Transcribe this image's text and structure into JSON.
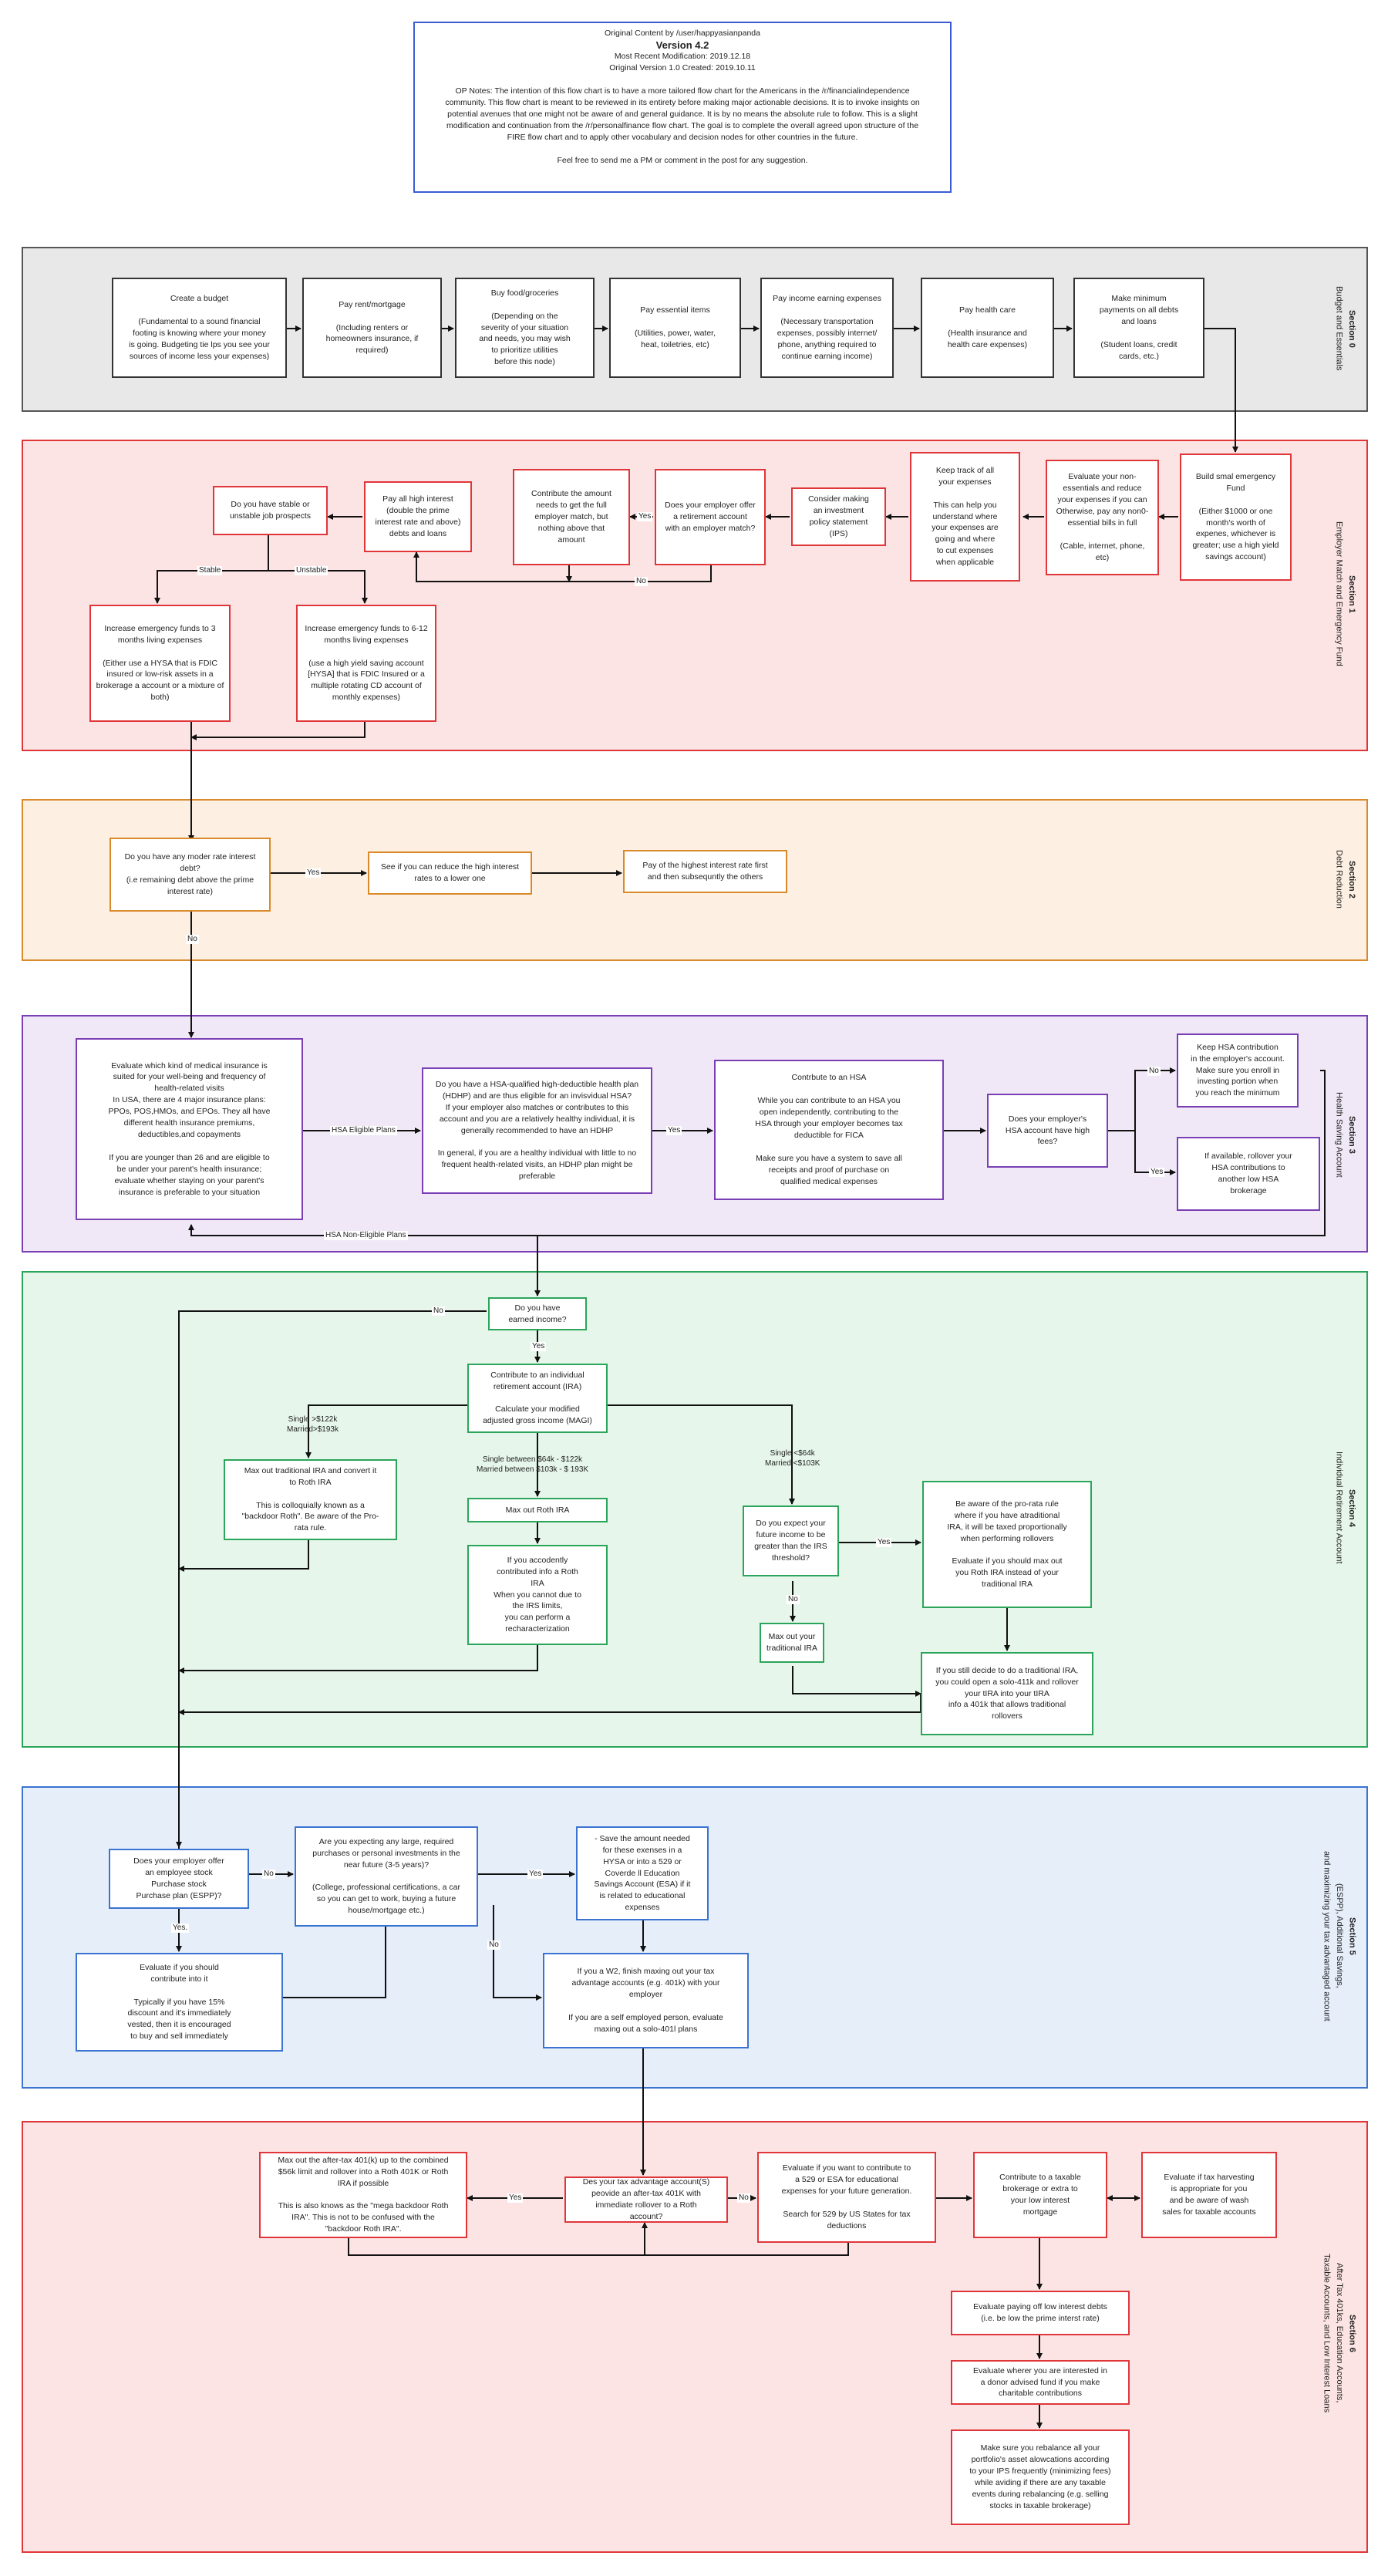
{
  "header": {
    "credit": "Original Content by /user/happyasianpanda",
    "version": "Version 4.2",
    "modified": "Most Recent Modification: 2019.12.18",
    "created": "Original Version 1.0 Created: 2019.10.11",
    "notes": [
      "OP Notes: The intention of this flow chart is to have a more tailored flow chart for the Americans in the /r/financialindependence",
      "community. This flow chart is meant to be reviewed in its entirety before making major actionable decisions. It is to invoke insights on",
      "potential avenues that one might not be aware of and general guidance. It is by no means the absolute rule to follow. This is a slight",
      "modification and continuation from the /r/personalfinance flow chart. The goal is to complete the overall agreed upon structure of the",
      "FIRE flow chart and to apply other vocabulary and decision nodes for other countries in the future."
    ],
    "footer": "Feel free to send me a PM or comment in the post for any suggestion."
  },
  "colors": {
    "s0_border": "#555555",
    "s0_fill": "#e8e8e8",
    "s1_border": "#e0363a",
    "s1_fill": "#fde4e4",
    "s2_border": "#d98a2b",
    "s2_fill": "#fdf0e3",
    "s3_border": "#7a3fb5",
    "s3_fill": "#f0e8f6",
    "s4_border": "#2aa55a",
    "s4_fill": "#e6f6ea",
    "s5_border": "#3b73d1",
    "s5_fill": "#e6eefa",
    "s6_border": "#e0363a",
    "s6_fill": "#fde4e4"
  },
  "sections": [
    {
      "id": "s0",
      "title": "Section 0",
      "sub": [
        "Budget and Essentials"
      ]
    },
    {
      "id": "s1",
      "title": "Section 1",
      "sub": [
        "Employer Match and Emergency Fund"
      ]
    },
    {
      "id": "s2",
      "title": "Section 2",
      "sub": [
        "Debt Reduction"
      ]
    },
    {
      "id": "s3",
      "title": "Section 3",
      "sub": [
        "Health Saving Account"
      ]
    },
    {
      "id": "s4",
      "title": "Section 4",
      "sub": [
        "Individual Retirement Account"
      ]
    },
    {
      "id": "s5",
      "title": "Section 5",
      "sub": [
        "(ESPP), Additional Savings,",
        "and maximizing your tax advantaged account"
      ]
    },
    {
      "id": "s6",
      "title": "Section 6",
      "sub": [
        "After Tax 401ks, Education Accounts,",
        "Taxable Accounts, and Low Interest Loans"
      ]
    }
  ],
  "nodes": [
    {
      "id": "budget",
      "lines": [
        "Create a budget",
        "",
        "(Fundamental to a sound financial",
        "footing is knowing where your money",
        "is going. Budgeting tie lps you see your",
        "sources of income less your expenses)"
      ]
    },
    {
      "id": "rent",
      "lines": [
        "Pay rent/mortgage",
        "",
        "(Including renters or",
        "homeowners insurance, if",
        "required)"
      ]
    },
    {
      "id": "food",
      "lines": [
        "Buy food/groceries",
        "",
        "(Depending on the",
        "severity of your situation",
        "and needs, you may wish",
        "to prioritize utilities",
        "before this node)"
      ]
    },
    {
      "id": "essentials",
      "lines": [
        "Pay essential items",
        "",
        "(Utilities, power, water,",
        "heat, toiletries, etc)"
      ]
    },
    {
      "id": "incomeexp",
      "lines": [
        "Pay income earning expenses",
        "",
        "(Necessary transportation",
        "expenses, possibly internet/",
        "phone, anything required to",
        "continue earning income)"
      ]
    },
    {
      "id": "healthcare",
      "lines": [
        "Pay health care",
        "",
        "(Health insurance and",
        "health care expenses)"
      ]
    },
    {
      "id": "minpay",
      "lines": [
        "Make minimum",
        "payments on all debts",
        "and loans",
        "",
        "(Student loans, credit",
        "cards, etc.)"
      ]
    },
    {
      "id": "smallef",
      "lines": [
        "Build smal emergency",
        "Fund",
        "",
        "(Either $1000 or one",
        "month's worth of",
        "expenes, whichever is",
        "greater; use a high yield",
        "savings account)"
      ]
    },
    {
      "id": "evalnon",
      "lines": [
        "Evaluate your non-",
        "essentials and reduce",
        "your expenses if you can",
        "Otherwise, pay any non0-",
        "essential bills in full",
        "",
        "(Cable, internet, phone,",
        "etc)"
      ]
    },
    {
      "id": "track",
      "lines": [
        "Keep track of all",
        "your expenses",
        "",
        "This can help you",
        "understand where",
        "your expenses are",
        "going and where",
        "to cut expenses",
        "when applicable"
      ]
    },
    {
      "id": "ips",
      "lines": [
        "Consider making",
        "an investment",
        "policy statement",
        "(IPS)"
      ]
    },
    {
      "id": "retmatch",
      "lines": [
        "Does your employer offer",
        "a retirement account",
        "with an employer match?"
      ]
    },
    {
      "id": "contribmatch",
      "lines": [
        "Contribute the amount",
        "needs to get the full",
        "employer match, but",
        "nothing above that",
        "amount"
      ]
    },
    {
      "id": "payhigh",
      "lines": [
        "Pay all high interest",
        "(double the prime",
        "interest rate and above)",
        "debts and loans"
      ]
    },
    {
      "id": "jobprospects",
      "lines": [
        "Do you have stable or",
        "unstable job prospects"
      ]
    },
    {
      "id": "ef36",
      "lines": [
        "Increase emergency funds to 3",
        "months living expenses",
        "",
        "(Either use a HYSA that is FDIC",
        "insured or low-risk assets in a",
        "brokerage a account or a mixture of",
        "both)"
      ]
    },
    {
      "id": "ef612",
      "lines": [
        "Increase emergency funds to 6-12",
        "months living expenses",
        "",
        "(use a high yield saving account",
        "[HYSA] that is FDIC Insured or a",
        "multiple rotating CD account of",
        "monthly expenses)"
      ]
    },
    {
      "id": "moderate",
      "lines": [
        "Do you have any moder rate interest",
        "debt?",
        "(i.e remaining debt above the prime",
        "interest rate)"
      ]
    },
    {
      "id": "reducerate",
      "lines": [
        "See if you can reduce the high interest",
        "rates to a lower one"
      ]
    },
    {
      "id": "payhighest",
      "lines": [
        "Pay of the highest interest rate first",
        "and then subsequntly the others"
      ]
    },
    {
      "id": "medins",
      "lines": [
        "Evaluate which kind of medical insurance is",
        "suited for your well-being and frequency of",
        "health-related visits",
        "In USA, there are 4 major insurance plans:",
        "PPOs, POS,HMOs, and EPOs. They all have",
        "different health insurance premiums,",
        "deductibles,and copayments",
        "",
        "If you are younger than 26 and are eligible to",
        "be under your parent's health insurance;",
        "evaluate whether staying on your parent's",
        "insurance is preferable to your situation"
      ]
    },
    {
      "id": "hdhp",
      "lines": [
        "Do you have a HSA-qualified high-deductible health plan",
        "(HDHP) and are thus eligible for an invisvidual HSA?",
        "If your employer also matches or contributes to this",
        "account and you are a relatively healthy individual, it is",
        "generally recommended to have an HDHP",
        "",
        "In general, if you are a healthy individual with little to no",
        "frequent health-related visits, an HDHP plan might be",
        "preferable"
      ]
    },
    {
      "id": "contribhsa",
      "lines": [
        "Contrbute to an HSA",
        "",
        "While you can contribute to an HSA you",
        "open independently, contributing to the",
        "HSA through your employer becomes tax",
        "deductible for FICA",
        "",
        "Make sure you have a system to save all",
        "receipts and proof of purchase on",
        "qualified medical expenses"
      ]
    },
    {
      "id": "hsafees",
      "lines": [
        "Does your employer's",
        "HSA account have high",
        "fees?"
      ]
    },
    {
      "id": "keephsa",
      "lines": [
        "Keep HSA contribution",
        "in the employer's account.",
        "Make sure you enroll in",
        "investing portion when",
        "you reach the minimum"
      ]
    },
    {
      "id": "rollhsa",
      "lines": [
        "If available, rollover your",
        "HSA contributions to",
        "another low HSA",
        "brokerage"
      ]
    },
    {
      "id": "earned",
      "lines": [
        "Do you have",
        "earned income?"
      ]
    },
    {
      "id": "ira",
      "lines": [
        "Contribute to an individual",
        "retirement account (IRA)",
        "",
        "Calculate your modified",
        "adjusted gross income (MAGI)"
      ]
    },
    {
      "id": "backdoor",
      "lines": [
        "Max out traditional IRA and convert it",
        "to Roth IRA",
        "",
        "This is colloquially known as a",
        "\"backdoor Roth\". Be aware of the Pro-",
        "rata rule."
      ]
    },
    {
      "id": "maxroth",
      "lines": [
        "Max out Roth IRA"
      ]
    },
    {
      "id": "recharacterize",
      "lines": [
        "If you accodently",
        "contributed info a Roth",
        "IRA",
        "When you cannot due to",
        "the IRS limits,",
        "you can perform a",
        "recharacterization"
      ]
    },
    {
      "id": "futureincome",
      "lines": [
        "Do you expect your",
        "future income to be",
        "greater than the IRS",
        "threshold?"
      ]
    },
    {
      "id": "maxtrad",
      "lines": [
        "Max out your",
        "traditional IRA"
      ]
    },
    {
      "id": "prorata",
      "lines": [
        "Be aware of the pro-rata rule",
        "where if you have atraditional",
        "IRA, it will be taxed proportionally",
        "when performing rollovers",
        "",
        "Evaluate if you should max out",
        "you Roth IRA instead of your",
        "traditional IRA"
      ]
    },
    {
      "id": "solo401k",
      "lines": [
        "If you still decide to do a traditional IRA,",
        "you could open a solo-411k and rollover",
        "your tIRA into your tIRA",
        "info a 401k that allows traditional",
        "rollovers"
      ]
    },
    {
      "id": "espp",
      "lines": [
        "Does your employer offer",
        "an employee stock",
        "Purchase stock",
        "Purchase plan (ESPP)?"
      ]
    },
    {
      "id": "largepurch",
      "lines": [
        "Are you expecting any large, required",
        "purchases or personal investments in the",
        "near future (3-5 years)?",
        "",
        "(College, professional certifications, a car",
        "so you can get to work, buying a future",
        "house/mortgage etc.)"
      ]
    },
    {
      "id": "saveamount",
      "lines": [
        "- Save the amount needed",
        "for these exenses in a",
        "HYSA or into a 529 or",
        "Coverde ll Education",
        "Savings Account (ESA) if it",
        "is related to educational",
        "expenses"
      ]
    },
    {
      "id": "evalespp",
      "lines": [
        "Evaluate if you should",
        "contribute into it",
        "",
        "Typically if you have 15%",
        "discount and it's immediately",
        "vested, then it is encouraged",
        "to buy and sell immediately"
      ]
    },
    {
      "id": "maxw2",
      "lines": [
        "If you a W2, finish maxing out your tax",
        "advantage accounts (e.g. 401k) with your",
        "employer",
        "",
        "If you are a self employed person, evaluate",
        "maxing out a solo-401l plans"
      ]
    },
    {
      "id": "megabackdoor",
      "lines": [
        "Max out the after-tax 401(k) up to the combined",
        "$56k limit and rollover into a Roth 401K or Roth",
        "IRA if possible",
        "",
        "This is also knows as the \"mega backdoor Roth",
        "IRA\". This is not to be confused with the",
        "\"backdoor Roth IRA\"."
      ]
    },
    {
      "id": "aftertax",
      "lines": [
        "Des your tax advantage account(S)",
        "peovide an after-tax 401K with",
        "immediate rollover to a Roth",
        "account?"
      ]
    },
    {
      "id": "education529",
      "lines": [
        "Evaluate if you want to contribute to",
        "a 529 or ESA for educational",
        "expenses for your future generation.",
        "",
        "Search for 529 by US States for tax",
        "deductions"
      ]
    },
    {
      "id": "taxable",
      "lines": [
        "Contribute to a taxable",
        "brokerage or extra to",
        "your low interest",
        "mortgage"
      ]
    },
    {
      "id": "harvest",
      "lines": [
        "Evaluate if tax harvesting",
        "is appropriate for you",
        "and be aware of wash",
        "sales for taxable accounts"
      ]
    },
    {
      "id": "lowdebts",
      "lines": [
        "Evaluate paying off low interest debts",
        "(i.e. be low the prime interst rate)"
      ]
    },
    {
      "id": "donor",
      "lines": [
        "Evaluate wherer you are interested in",
        "a donor advised fund if you make",
        "charitable contributions"
      ]
    },
    {
      "id": "rebalance",
      "lines": [
        "Make sure you rebalance all your",
        "portfolio's asset alowcations according",
        "to your IPS frequently (minimizing fees)",
        "while aviding if  there are any taxable",
        "events during rebalancing (e.g. selling",
        "stocks in taxable brokerage)"
      ]
    }
  ],
  "edge_labels": {
    "no_retmatch": "No",
    "yes_retmatch": "Yes",
    "stable": "Stable",
    "unstable": "Unstable",
    "yes_debt": "Yes",
    "no_debt": "No",
    "hsa_eligible": "HSA Eligible Plans",
    "yes_hsa": "Yes",
    "no_fees": "No",
    "yes_fees": "Yes",
    "hsa_non": "HSA Non-Eligible Plans",
    "no_earned": "No",
    "yes_earned": "Yes",
    "single_high": "Single >$122k\nMarried>$193k",
    "single_mid": "Single between $64k - $122k\nMarried between $103k - $ 193K",
    "single_low": "Single <$64k\nMarried <$103K",
    "yes_future": "Yes",
    "no_future": "No",
    "no_espp": "No",
    "yes_espp": "Yes.",
    "yes_large": "Yes",
    "no_large": "No",
    "yes_aftertax": "Yes",
    "no_aftertax": "No"
  }
}
